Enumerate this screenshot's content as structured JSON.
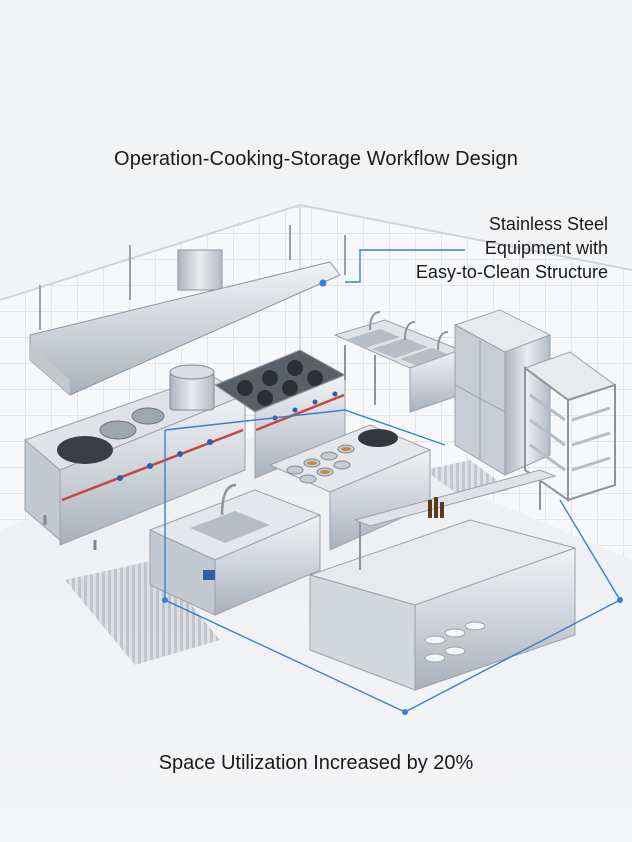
{
  "page": {
    "title": "Operation-Cooking-Storage Workflow Design",
    "callout_lines": [
      "Stainless Steel",
      "Equipment with",
      "Easy-to-Clean Structure"
    ],
    "footer": "Space Utilization Increased by 20%"
  },
  "colors": {
    "background": "#f2f3f5",
    "tile_wall": "#f7f8fa",
    "tile_grout": "#d6dae0",
    "steel_light": "#e6e9ed",
    "steel_mid": "#b9bfc7",
    "steel_dark": "#7f8791",
    "callout_line": "#3a7fd6",
    "accent_red": "#c94444"
  },
  "icons": [
    "kitchen-layout-illustration",
    "callout-dot-icon",
    "layout-corner-dot-icon"
  ]
}
